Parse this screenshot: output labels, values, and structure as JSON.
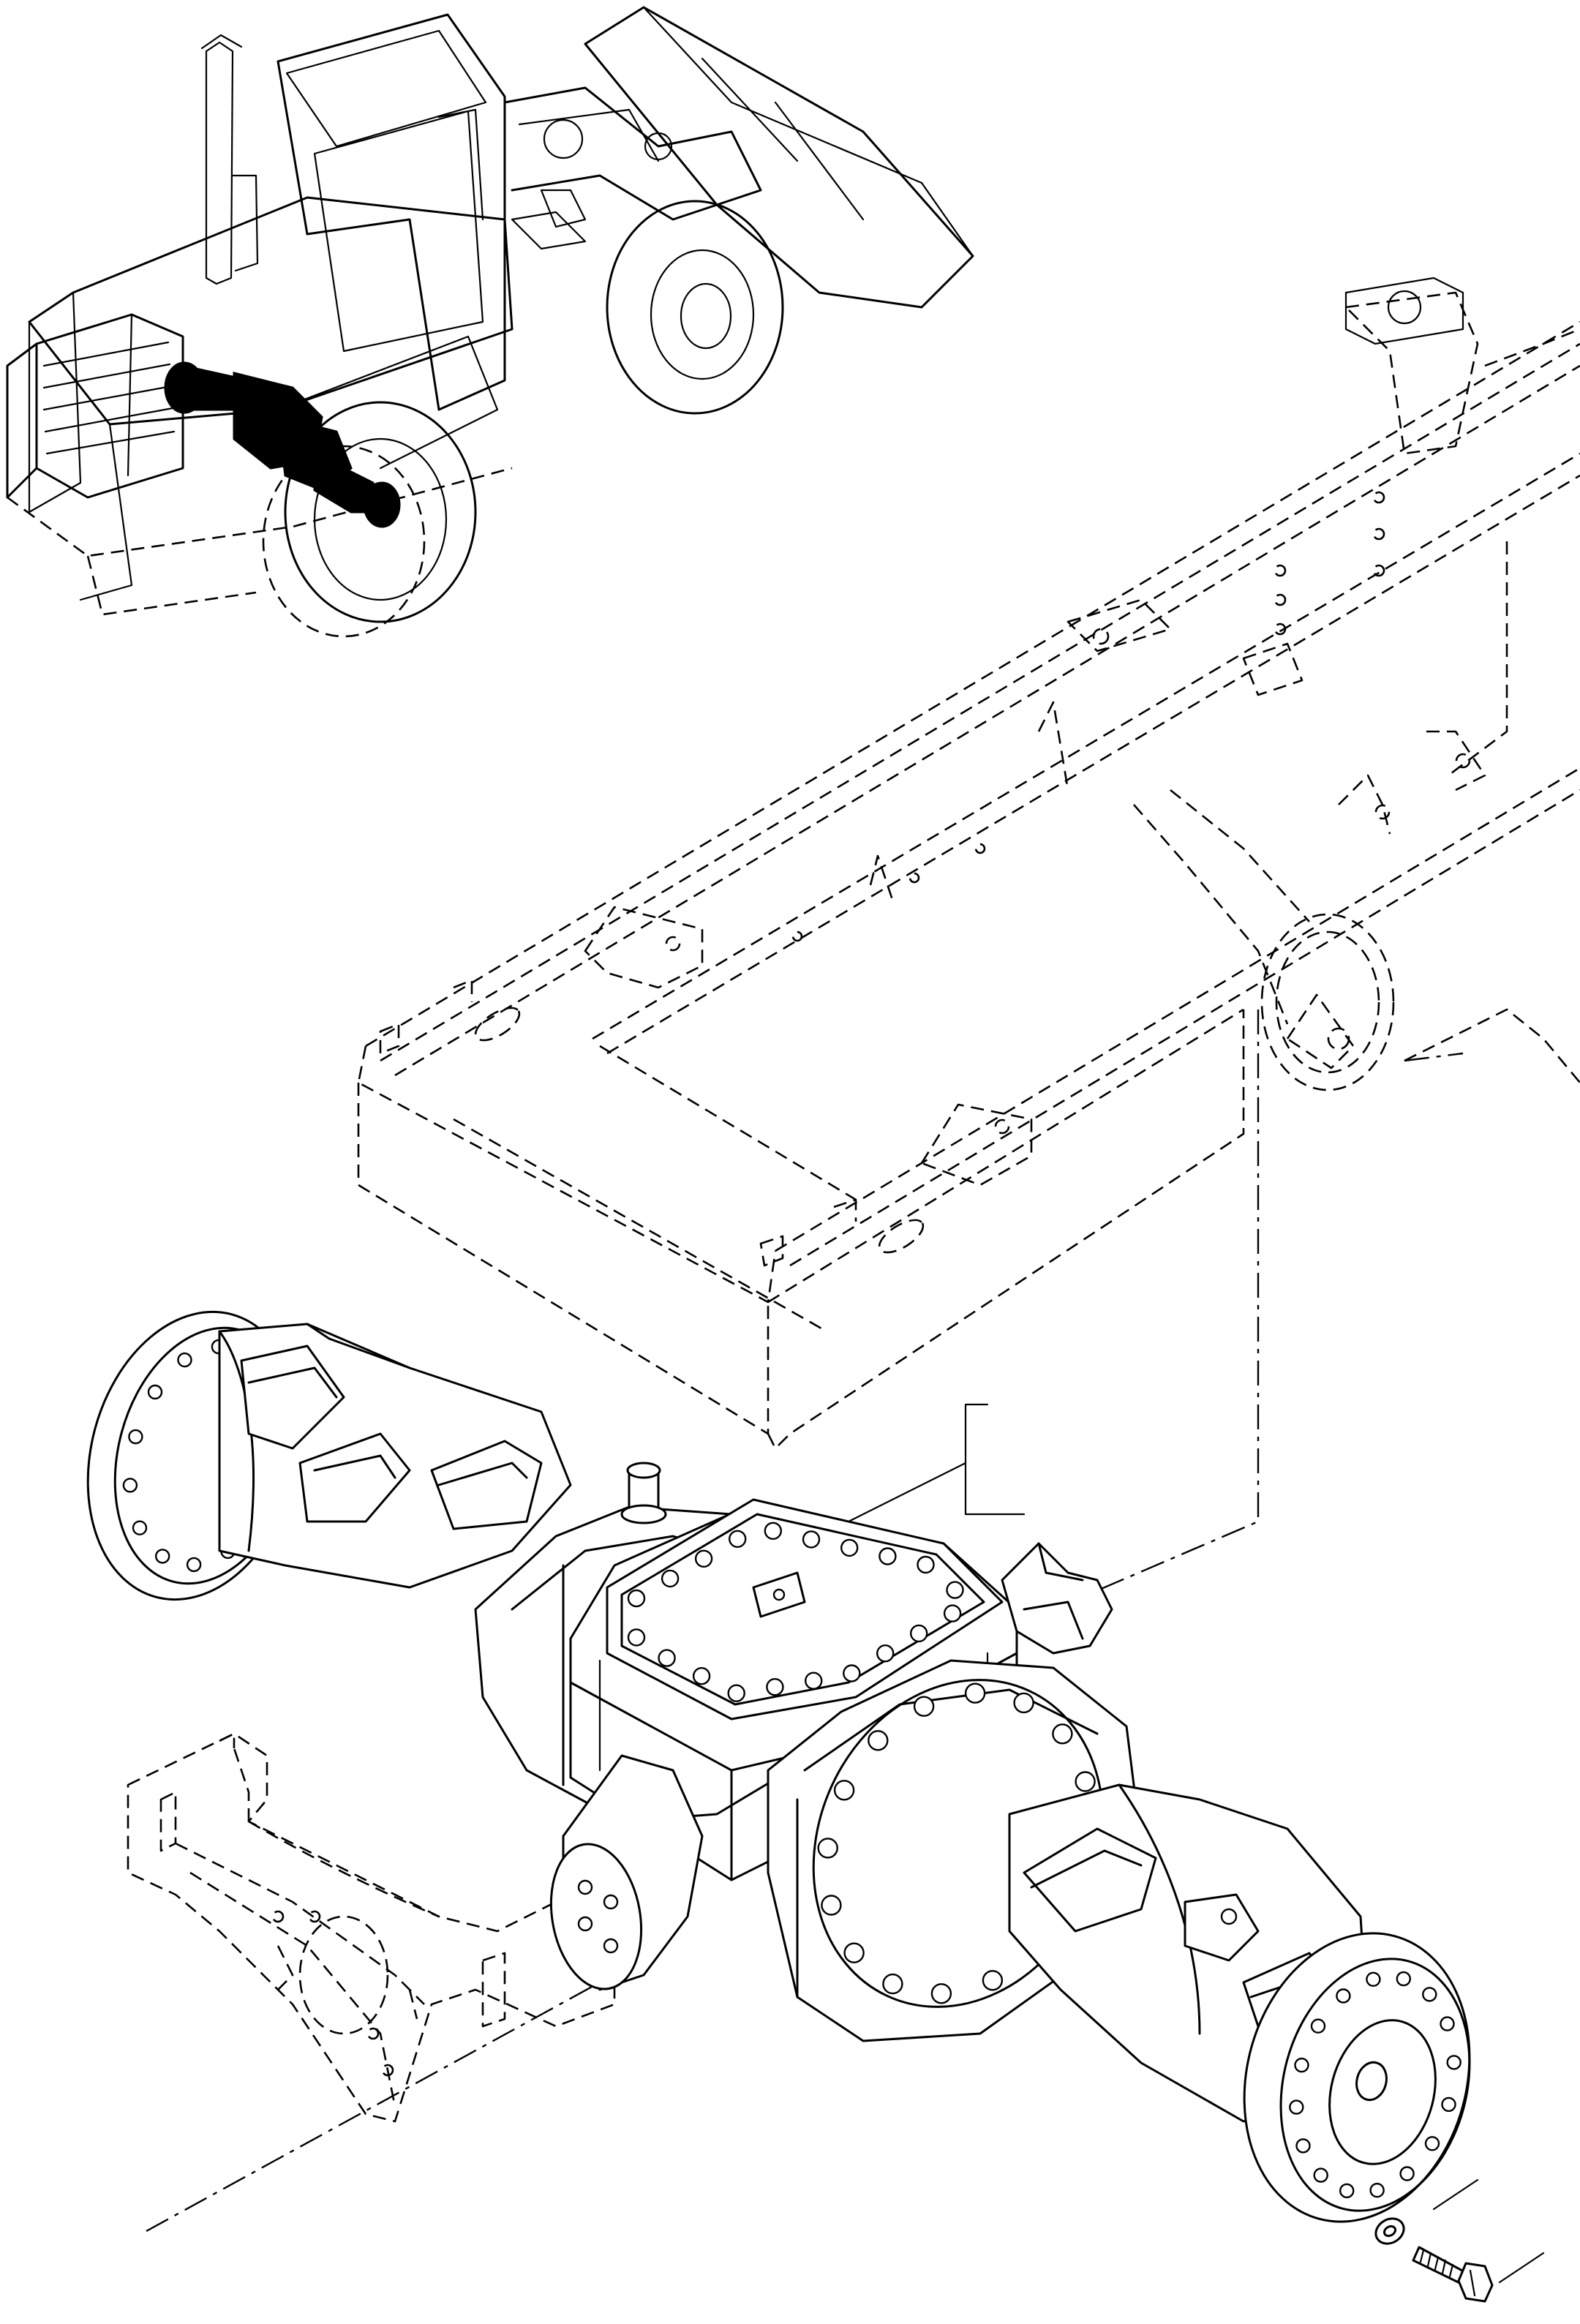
{
  "figure": {
    "kind": "parts-catalogue-exploded-view",
    "line_color": "#000000",
    "background_color": "#ffffff",
    "highlight_color": "#000000"
  },
  "components": [
    {
      "id": "loader",
      "icon": "wheel-loader-locator-icon",
      "style": "solid-outline",
      "highlight": "front-axle-filled-black"
    },
    {
      "id": "frame",
      "icon": "front-frame-icon",
      "style": "dashed-phantom"
    },
    {
      "id": "axle",
      "icon": "front-axle-assembly-icon",
      "style": "solid-outline"
    },
    {
      "id": "bracket",
      "icon": "axle-support-bracket-icon",
      "style": "dashed-phantom"
    },
    {
      "id": "washer",
      "icon": "washer-icon",
      "style": "solid-outline"
    },
    {
      "id": "bolt",
      "icon": "mounting-bolt-icon",
      "style": "solid-outline"
    }
  ],
  "counts": {
    "housing_cover_bolts": 20,
    "diff_carrier_bolts": 16,
    "left_flange_holes": 14,
    "right_flange_holes": 16
  }
}
